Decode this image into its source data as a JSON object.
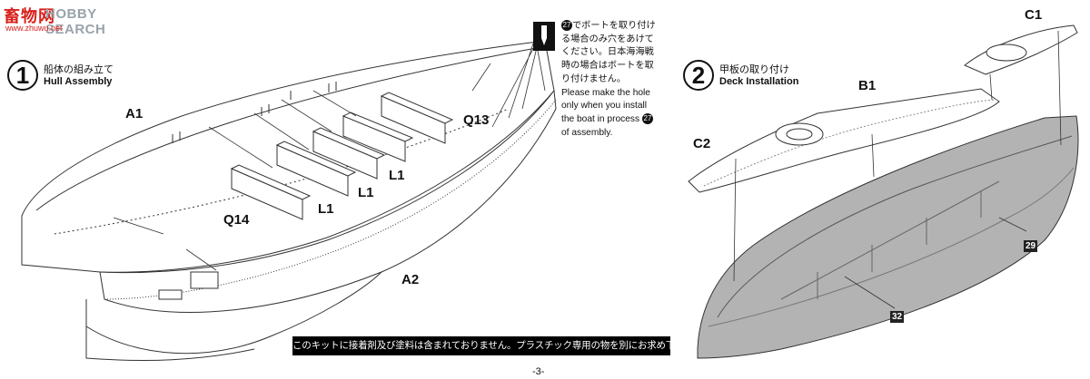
{
  "watermark": {
    "brand_cn": "畜物网",
    "brand_en": "HOBBY SEARCH",
    "url": "www.zhuwu.net"
  },
  "step1": {
    "number": "1",
    "title_jp": "船体の組み立て",
    "title_en": "Hull Assembly"
  },
  "step2": {
    "number": "2",
    "title_jp": "甲板の取り付け",
    "title_en": "Deck Installation"
  },
  "part_labels": {
    "a1": "A1",
    "a2": "A2",
    "q13": "Q13",
    "q14": "Q14",
    "l1_a": "L1",
    "l1_b": "L1",
    "l1_c": "L1",
    "b1": "B1",
    "c1": "C1",
    "c2": "C2"
  },
  "color_codes": {
    "c29": "29",
    "c32": "32"
  },
  "note": {
    "ref_number": "27",
    "jp_line1": "でボートを取り付け",
    "jp_rest": "る場合のみ穴をあけて\nください。日本海海戦\n時の場合はボートを取\nり付けません。",
    "en_line1": "Please make the hole\nonly when you install\nthe boat in process",
    "en_line2": "of assembly."
  },
  "banner": "このキットに接着剤及び塗料は含まれておりません。プラスチック専用の物を別にお求め下さい。",
  "page_number": "-3-",
  "colors": {
    "line": "#222222",
    "hull_fill": "#b3b3b3",
    "banner_bg": "#000000",
    "watermark_red": "#d9201a"
  }
}
